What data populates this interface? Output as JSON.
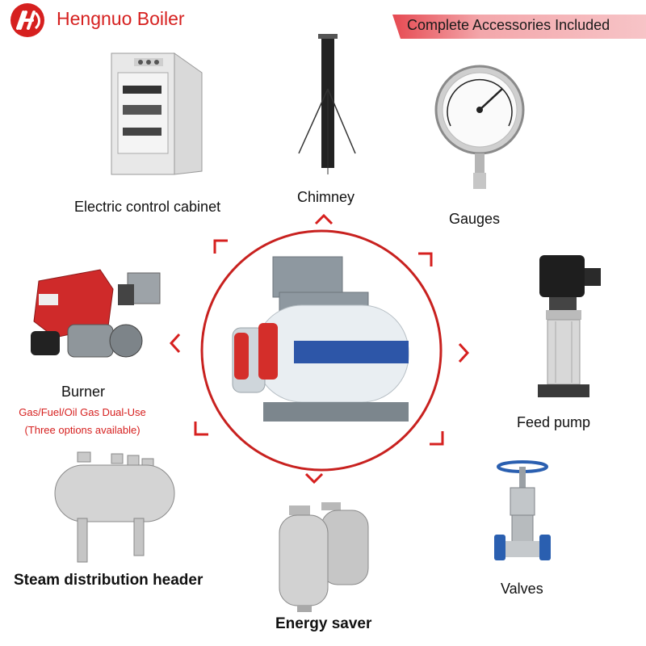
{
  "brand": {
    "name": "Hengnuo Boiler"
  },
  "banner": {
    "text": "Complete Accessories Included"
  },
  "accessories": {
    "cabinet": "Electric control cabinet",
    "chimney": "Chimney",
    "gauges": "Gauges",
    "burner": "Burner",
    "burner_note_1": "Gas/Fuel/Oil Gas Dual-Use",
    "burner_note_2": "(Three options available)",
    "feed_pump": "Feed pump",
    "header": "Steam distribution header",
    "energy_saver": "Energy saver",
    "valves": "Valves"
  },
  "colors": {
    "brand_red": "#d6201f",
    "banner_red": "#e64a52",
    "banner_pink": "#f7c4c7"
  }
}
